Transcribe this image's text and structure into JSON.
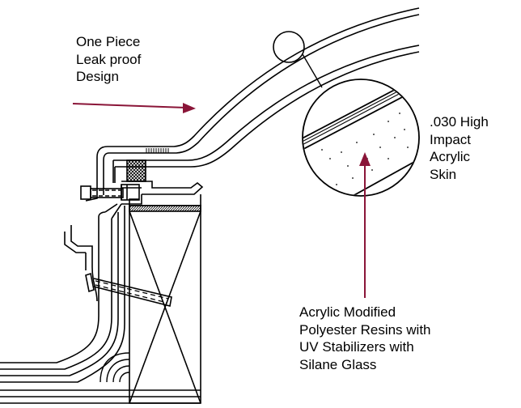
{
  "callouts": {
    "one_piece": [
      "One Piece",
      "Leak proof",
      "Design"
    ],
    "acrylic_skin": [
      ".030 High",
      "Impact",
      "Acrylic",
      "Skin"
    ],
    "resins": [
      "Acrylic Modified",
      "Polyester Resins with",
      "UV Stabilizers with",
      "Silane Glass"
    ]
  },
  "colors": {
    "line": "#000000",
    "arrow": "#8a1538",
    "background": "#ffffff"
  }
}
